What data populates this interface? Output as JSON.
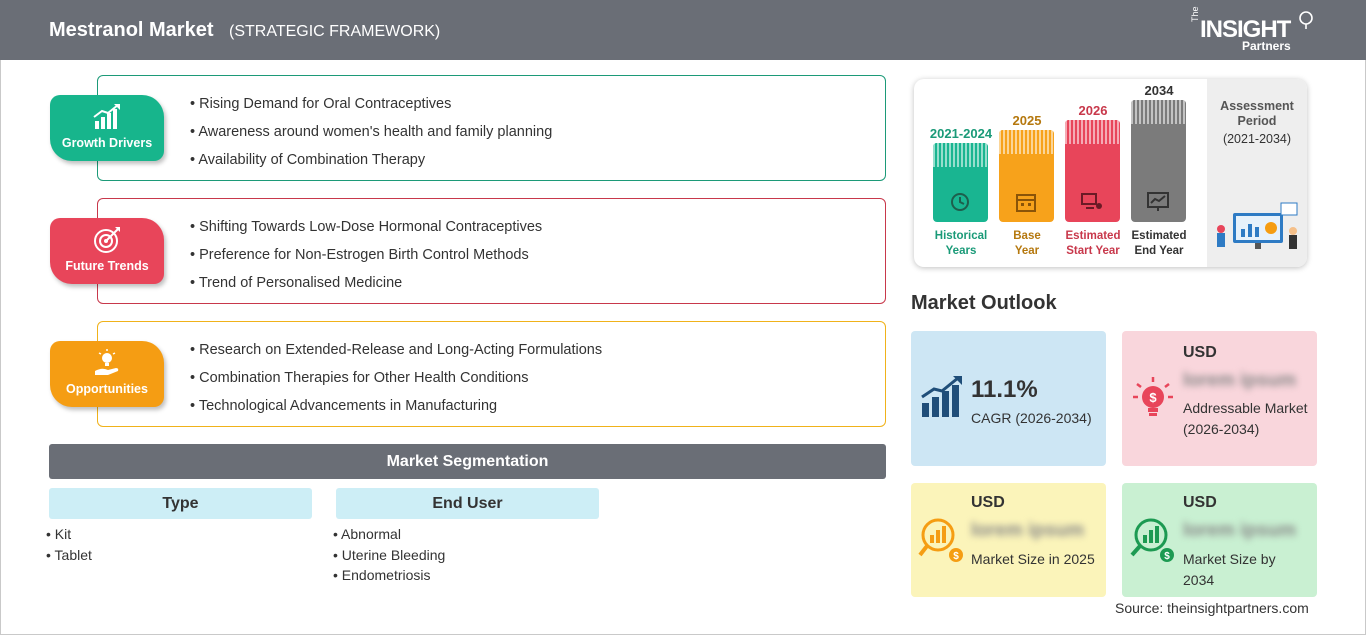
{
  "header": {
    "title": "Mestranol Market",
    "subtitle": "(STRATEGIC FRAMEWORK)",
    "logo": {
      "the": "The",
      "insight": "INSIGHT",
      "partners": "Partners"
    }
  },
  "framework": [
    {
      "label": "Growth Drivers",
      "color": "#17b58c",
      "border": "#1c9a78",
      "icon": "growth-chart-icon",
      "items": [
        "Rising Demand for Oral Contraceptives",
        "Awareness around women's health and family planning",
        "Availability of Combination Therapy"
      ]
    },
    {
      "label": "Future Trends",
      "color": "#e8455a",
      "border": "#c8384b",
      "icon": "target-icon",
      "items": [
        "Shifting Towards Low-Dose Hormonal Contraceptives",
        "Preference for Non-Estrogen Birth Control Methods",
        "Trend of Personalised Medicine"
      ]
    },
    {
      "label": "Opportunities",
      "color": "#f59d13",
      "border": "#f0b21a",
      "icon": "lightbulb-hand-icon",
      "items": [
        "Research on Extended-Release and Long-Acting Formulations",
        "Combination Therapies for Other Health Conditions",
        "Technological Advancements in Manufacturing"
      ]
    }
  ],
  "segmentation": {
    "title": "Market Segmentation",
    "columns": [
      {
        "heading": "Type",
        "items": [
          "Kit",
          "Tablet"
        ]
      },
      {
        "heading": "End User",
        "items": [
          "Abnormal",
          "Uterine Bleeding",
          "Endometriosis"
        ]
      }
    ]
  },
  "timeline": {
    "bars": [
      {
        "year": "2021-2024",
        "label_line1": "Historical",
        "label_line2": "Years",
        "color": "#19b591",
        "year_color": "#1a9a78",
        "icon": "history-icon"
      },
      {
        "year": "2025",
        "label_line1": "Base",
        "label_line2": "Year",
        "color": "#f7a21b",
        "year_color": "#b5780e",
        "icon": "calendar-icon"
      },
      {
        "year": "2026",
        "label_line1": "Estimated",
        "label_line2": "Start Year",
        "color": "#e8455a",
        "year_color": "#c8384b",
        "icon": "presentation-icon"
      },
      {
        "year": "2034",
        "label_line1": "Estimated",
        "label_line2": "End Year",
        "color": "#7b7b7b",
        "year_color": "#333333",
        "icon": "monitor-chart-icon"
      }
    ],
    "assessment_title": "Assessment Period",
    "assessment_period": "(2021-2034)"
  },
  "outlook": {
    "title": "Market Outlook",
    "cagr_value": "11.1%",
    "cagr_label": "CAGR (2026-2034)",
    "addressable": {
      "currency": "USD",
      "value": "lorem ipsum",
      "label": "Addressable Market (2026-2034)"
    },
    "size_2025": {
      "currency": "USD",
      "value": "lorem ipsum",
      "label": "Market Size in 2025"
    },
    "size_2034": {
      "currency": "USD",
      "value": "lorem ipsum",
      "label": "Market Size by 2034"
    }
  },
  "source": "Source: theinsightpartners.com"
}
